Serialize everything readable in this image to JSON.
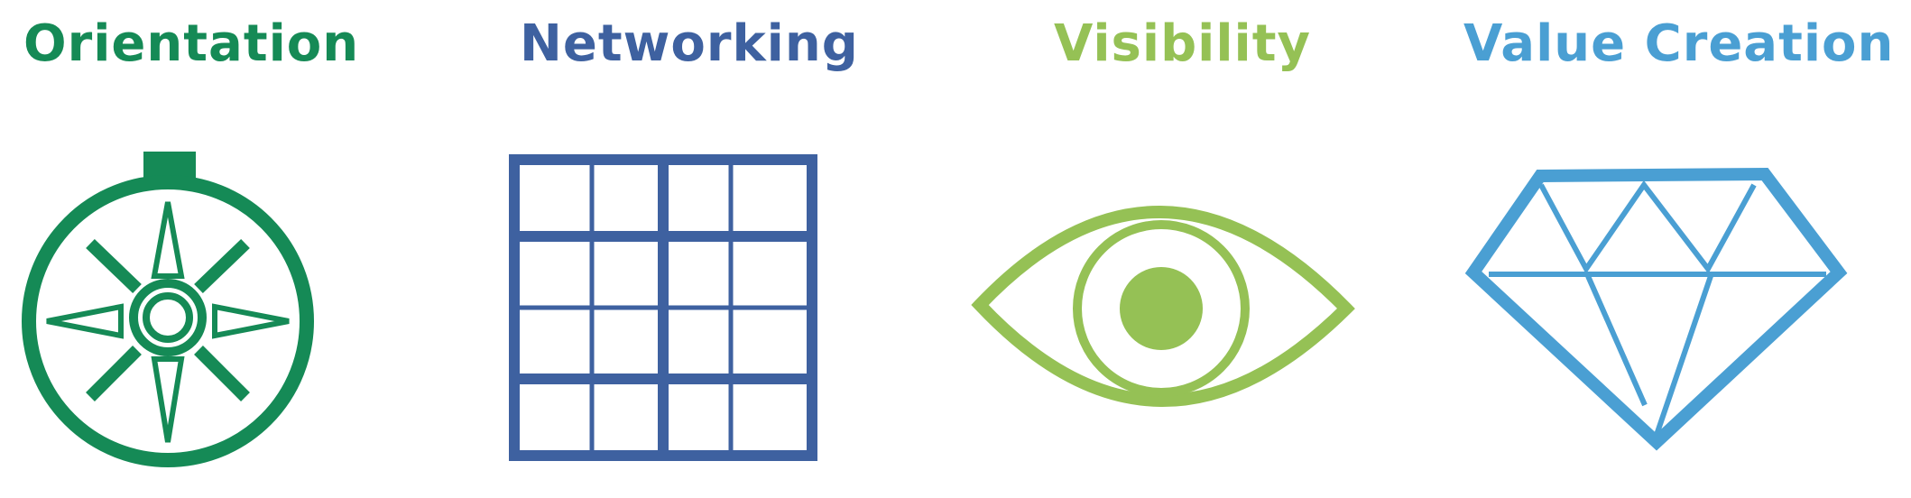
{
  "colors": {
    "orientation": "#158a56",
    "networking": "#3e61a0",
    "visibility": "#95c155",
    "value_creation": "#4a9fd3"
  },
  "items": [
    {
      "label": "Orientation",
      "icon": "compass-icon"
    },
    {
      "label": "Networking",
      "icon": "grid-icon"
    },
    {
      "label": "Visibility",
      "icon": "eye-icon"
    },
    {
      "label": "Value Creation",
      "icon": "diamond-icon"
    }
  ]
}
